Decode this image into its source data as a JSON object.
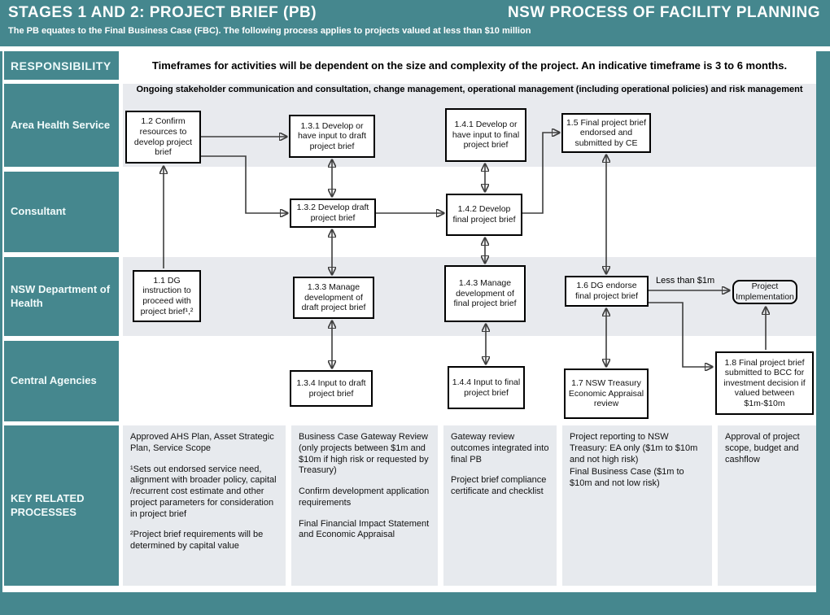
{
  "colors": {
    "teal": "#45878e",
    "row_gray": "#e8eaee",
    "panel_gray": "#e7eaee",
    "arrow": "#3d3d3d",
    "box_border": "#000000"
  },
  "header": {
    "title_left": "STAGES 1 AND 2:  PROJECT BRIEF (PB)",
    "title_right": "NSW PROCESS  OF FACILITY PLANNING",
    "subtitle": "The PB equates to the Final Business Case (FBC).  The following process applies to projects valued at less than $10 million"
  },
  "responsibility": {
    "label": "RESPONSIBILITY",
    "timeframe_note": "Timeframes for activities will be dependent on the size and complexity of the project.  An indicative timeframe is 3 to 6 months."
  },
  "ongoing_note": "Ongoing stakeholder communication and consultation, change management, operational management (including operational policies) and risk management",
  "lanes": [
    {
      "label": "Area Health Service"
    },
    {
      "label": "Consultant"
    },
    {
      "label": "NSW Department of Health"
    },
    {
      "label": "Central Agencies"
    },
    {
      "label": "KEY RELATED PROCESSES"
    }
  ],
  "boxes": {
    "b1_1": "1.1 DG instruction to proceed with project brief¹,²",
    "b1_2": "1.2 Confirm resources to develop project brief",
    "b1_3_1": "1.3.1 Develop or have input to draft project brief",
    "b1_3_2": "1.3.2 Develop draft project brief",
    "b1_3_3": "1.3.3 Manage development of draft project brief",
    "b1_3_4": "1.3.4 Input to draft project brief",
    "b1_4_1": "1.4.1 Develop or have input to final project brief",
    "b1_4_2": "1.4.2 Develop final project brief",
    "b1_4_3": "1.4.3 Manage development of final project brief",
    "b1_4_4": "1.4.4 Input to final project brief",
    "b1_5": "1.5 Final project brief endorsed and submitted by CE",
    "b1_6": "1.6 DG endorse final project brief",
    "b1_7": "1.7 NSW Treasury Economic Appraisal review",
    "b1_8": "1.8 Final project brief submitted to BCC for investment decision if valued between $1m-$10m",
    "project_implementation": "Project Implementation"
  },
  "flow_labels": {
    "less_than_1m": "Less than $1m"
  },
  "key_processes": {
    "col1": {
      "paragraphs": [
        "Approved AHS Plan, Asset Strategic Plan, Service Scope",
        "¹Sets out endorsed service need, alignment with broader policy, capital /recurrent cost estimate and other project parameters for consideration in project brief",
        "²Project brief requirements will be determined by capital value"
      ]
    },
    "col2": {
      "paragraphs": [
        "Business Case Gateway Review (only projects between $1m and $10m if high risk or requested by Treasury)",
        "Confirm development application requirements",
        "Final Financial Impact Statement and Economic Appraisal"
      ]
    },
    "col3": {
      "paragraphs": [
        "Gateway review outcomes integrated into final PB",
        "Project brief compliance certificate and checklist"
      ]
    },
    "col4": {
      "paragraphs": [
        "Project reporting to NSW Treasury: EA only ($1m to $10m and not high risk)",
        "Final Business Case ($1m to $10m and not low risk)"
      ]
    },
    "col5": {
      "paragraphs": [
        "Approval of project scope, budget and cashflow"
      ]
    }
  }
}
